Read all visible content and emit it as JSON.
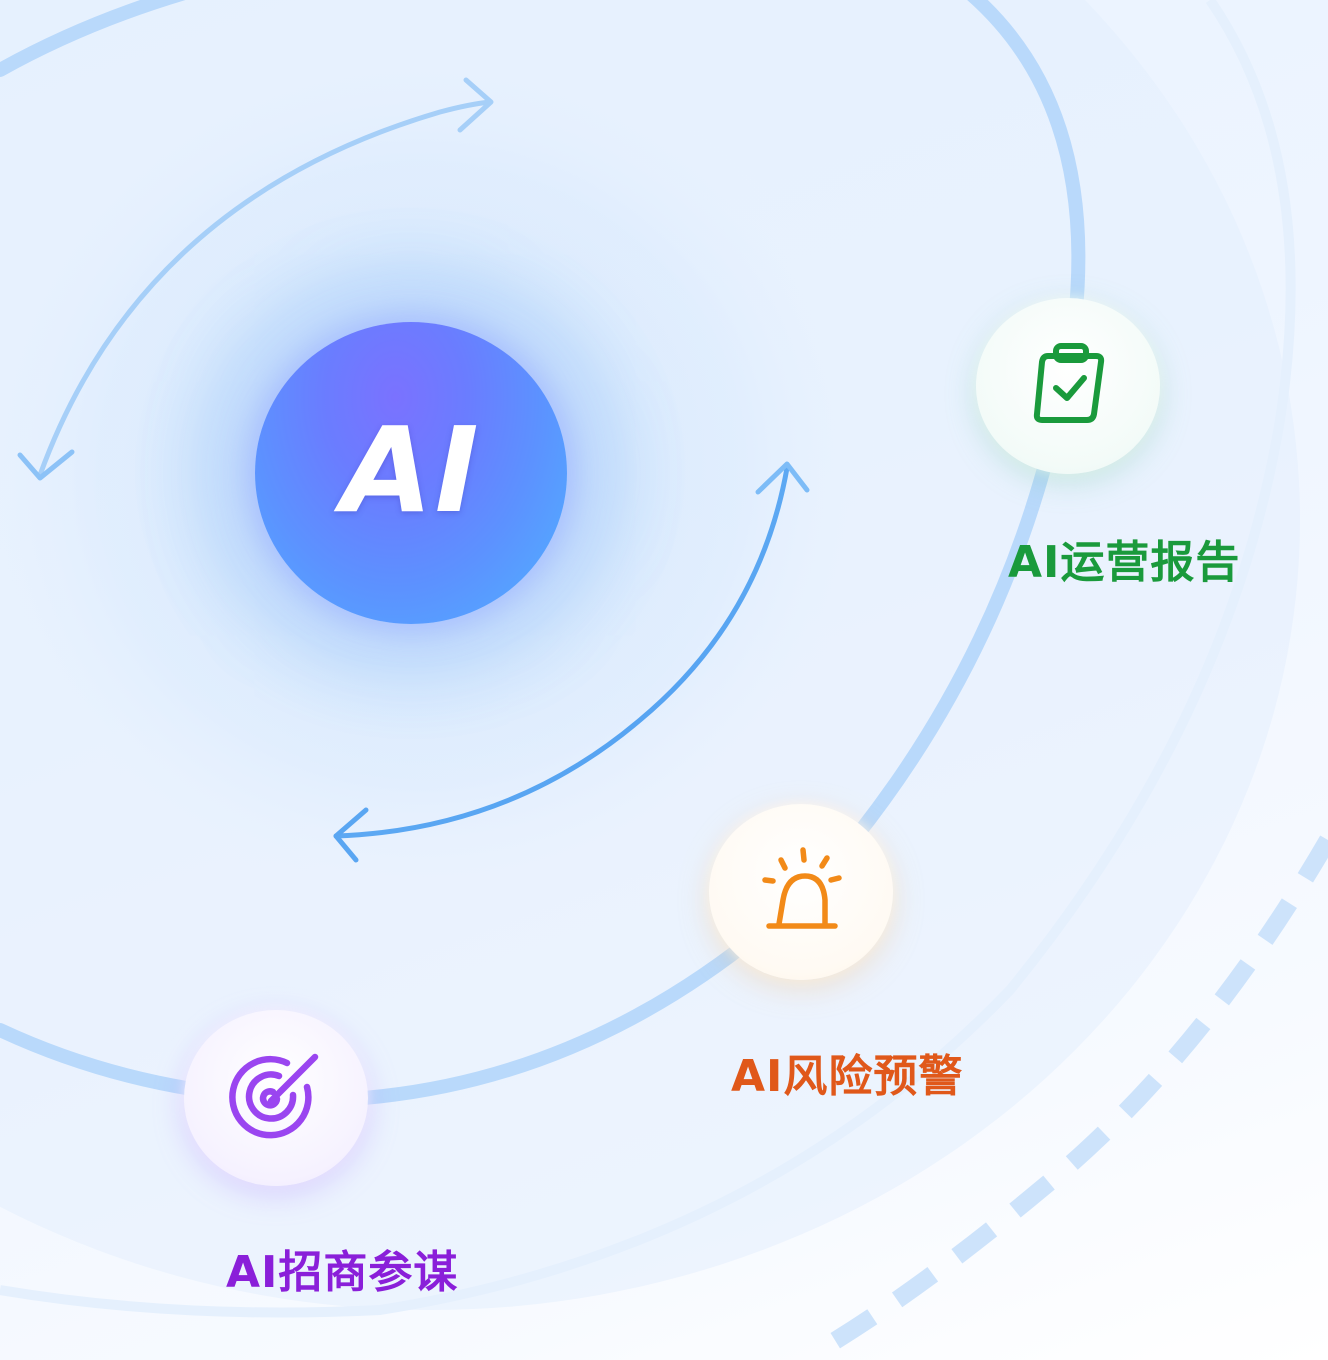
{
  "core": {
    "label": "AI"
  },
  "nodes": [
    {
      "id": "report",
      "label": "AI运营报告",
      "icon": "clipboard-check-icon",
      "color": "#1a9a3c"
    },
    {
      "id": "risk",
      "label": "AI风险预警",
      "icon": "alarm-siren-icon",
      "color": "#e0581a"
    },
    {
      "id": "invest",
      "label": "AI招商参谋",
      "icon": "target-arrow-icon",
      "color": "#8a1fd9"
    }
  ],
  "colors": {
    "ring": "#b9d9fb",
    "arrow": "#7dbcf7",
    "core_start": "#7a72ff",
    "core_end": "#4fb3ff"
  }
}
